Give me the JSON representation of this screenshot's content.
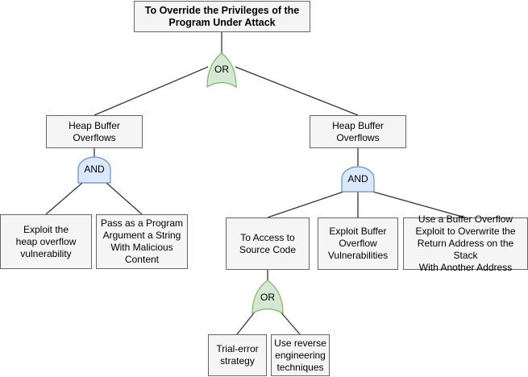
{
  "colors": {
    "node_fill": "#f5f5f5",
    "node_stroke": "#666666",
    "or_fill": "#d5e8d4",
    "or_stroke": "#82b366",
    "and_fill": "#dae8fc",
    "and_stroke": "#6c8ebf",
    "line": "#333333"
  },
  "nodes": {
    "root": "To Override the Privileges of the\nProgram Under Attack",
    "heap_left": "Heap Buffer\nOverflows",
    "heap_right": "Heap Buffer\nOverflows",
    "exploit_heap": "Exploit the\nheap overflow\nvulnerability",
    "pass_program": "Pass as a Program\nArgument a String\nWith Malicious\nContent",
    "access_source": "To Access to\nSource Code",
    "exploit_buffer": "Exploit Buffer\nOverflow\nVulnerabilities",
    "use_buffer": "Use a Buffer Overflow\nExploit to Overwrite the\nReturn Address on the Stack\nWith Another Address",
    "trial_error": "Trial-error\nstrategy",
    "reverse_eng": "Use reverse\nengineering\ntechniques"
  },
  "gates": {
    "top_or": "OR",
    "left_and": "AND",
    "right_and": "AND",
    "bottom_or": "OR"
  }
}
